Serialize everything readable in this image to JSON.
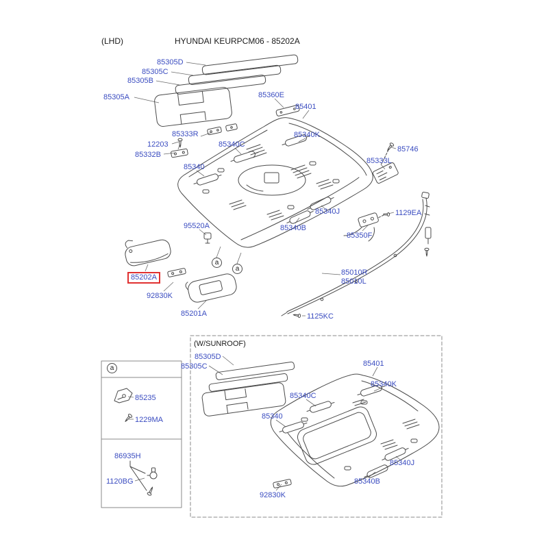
{
  "page": {
    "lhd": "(LHD)",
    "title": "HYUNDAI KEURPCM06 - 85202A",
    "sunroof_caption": "(W/SUNROOF)",
    "marker_a": "a"
  },
  "colors": {
    "label_blue": "#3a4cc0",
    "highlight_red": "#e03030",
    "line_gray": "#4a4a4a"
  },
  "main_labels": [
    {
      "text": "85305D"
    },
    {
      "text": "85305C"
    },
    {
      "text": "85305B"
    },
    {
      "text": "85305A"
    },
    {
      "text": "85360E"
    },
    {
      "text": "85401"
    },
    {
      "text": "85333R"
    },
    {
      "text": "12203"
    },
    {
      "text": "85340C"
    },
    {
      "text": "85340K"
    },
    {
      "text": "85332B"
    },
    {
      "text": "85746"
    },
    {
      "text": "85333L"
    },
    {
      "text": "85340"
    },
    {
      "text": "85340J"
    },
    {
      "text": "1129EA"
    },
    {
      "text": "95520A"
    },
    {
      "text": "85340B"
    },
    {
      "text": "85350F"
    },
    {
      "text": "85202A",
      "highlighted": true
    },
    {
      "text": "85010R"
    },
    {
      "text": "85010L"
    },
    {
      "text": "92830K"
    },
    {
      "text": "85201A"
    },
    {
      "text": "1125KC"
    }
  ],
  "detail_box_labels": [
    {
      "text": "85235"
    },
    {
      "text": "1229MA"
    },
    {
      "text": "86935H"
    },
    {
      "text": "1120BG"
    }
  ],
  "sunroof_labels": [
    {
      "text": "85305D"
    },
    {
      "text": "85305C"
    },
    {
      "text": "85401"
    },
    {
      "text": "85340K"
    },
    {
      "text": "85340C"
    },
    {
      "text": "85340"
    },
    {
      "text": "85340J"
    },
    {
      "text": "85340B"
    },
    {
      "text": "92830K"
    }
  ]
}
